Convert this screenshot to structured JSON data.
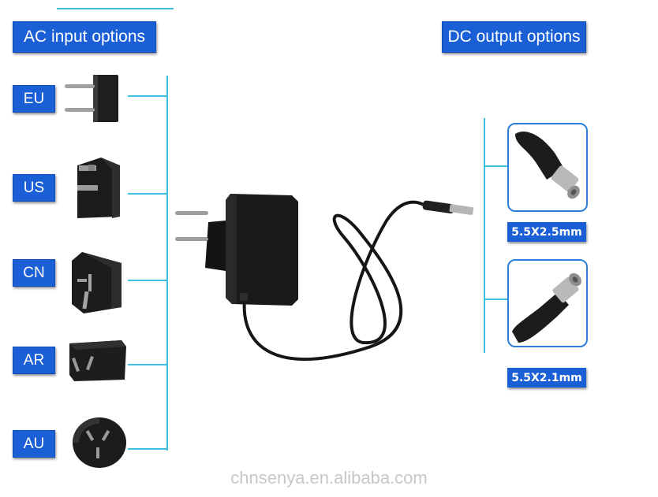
{
  "header": {
    "ac_title": "AC input options",
    "dc_title": "DC output options"
  },
  "ac_plugs": [
    {
      "label": "EU"
    },
    {
      "label": "US"
    },
    {
      "label": "CN"
    },
    {
      "label": "AR"
    },
    {
      "label": "AU"
    }
  ],
  "dc_outputs": [
    {
      "label": "5.5X2.5mm"
    },
    {
      "label": "5.5X2.1mm"
    }
  ],
  "watermark": "chnsenya.en.alibaba.com",
  "colors": {
    "label_blue": "#1a5fd6",
    "line_cyan": "#3cc0e0",
    "frame_blue": "#2b7fd8"
  }
}
